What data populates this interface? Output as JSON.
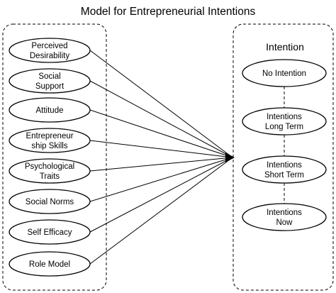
{
  "title": "Model for Entrepreneurial Intentions",
  "factors": [
    {
      "lines": [
        "Perceived",
        "Desirability"
      ]
    },
    {
      "lines": [
        "Social",
        "Support"
      ]
    },
    {
      "lines": [
        "Attitude"
      ]
    },
    {
      "lines": [
        "Entrepreneur",
        "ship Skills"
      ]
    },
    {
      "lines": [
        "Psychological",
        "Traits"
      ]
    },
    {
      "lines": [
        "Social Norms"
      ]
    },
    {
      "lines": [
        "Self Efficacy"
      ]
    },
    {
      "lines": [
        "Role Model"
      ]
    }
  ],
  "intention": {
    "heading": "Intention",
    "stages": [
      {
        "lines": [
          "No Intention"
        ]
      },
      {
        "lines": [
          "Intentions",
          "Long Term"
        ]
      },
      {
        "lines": [
          "Intentions",
          "Short Term"
        ]
      },
      {
        "lines": [
          "Intentions",
          "Now"
        ]
      }
    ]
  }
}
